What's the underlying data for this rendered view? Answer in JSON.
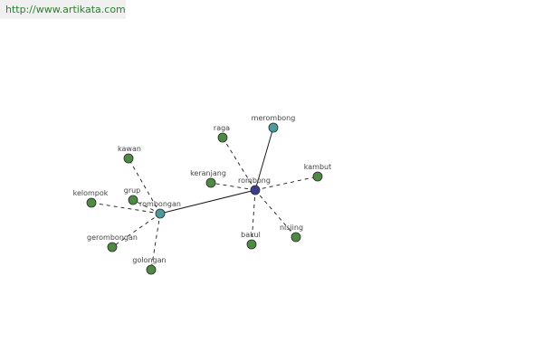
{
  "header": {
    "source_url": "http://www.artikata.com"
  },
  "colors": {
    "leaf_node": "#4e8a44",
    "intermediate_node": "#4a9a9e",
    "center_node": "#3b3f8c",
    "node_stroke": "#2a2a2a",
    "edge": "#1a1a1a",
    "label": "#444444",
    "link_text": "#2e7d32",
    "link_background": "#f0f0f0"
  },
  "diagram": {
    "nodes": [
      {
        "id": "rombong",
        "label": "rombong",
        "kind": "center"
      },
      {
        "id": "rombongan",
        "label": "rombongan",
        "kind": "intermediate"
      },
      {
        "id": "merombong",
        "label": "merombong",
        "kind": "intermediate"
      },
      {
        "id": "raga",
        "label": "raga",
        "kind": "leaf"
      },
      {
        "id": "keranjang",
        "label": "keranjang",
        "kind": "leaf"
      },
      {
        "id": "kambut",
        "label": "kambut",
        "kind": "leaf"
      },
      {
        "id": "bakul",
        "label": "bakul",
        "kind": "leaf"
      },
      {
        "id": "nisjing",
        "label": "nisjing",
        "kind": "leaf"
      },
      {
        "id": "kawan",
        "label": "kawan",
        "kind": "leaf"
      },
      {
        "id": "grup",
        "label": "grup",
        "kind": "leaf"
      },
      {
        "id": "kelompok",
        "label": "kelompok",
        "kind": "leaf"
      },
      {
        "id": "gerombongan",
        "label": "gerombongan",
        "kind": "leaf"
      },
      {
        "id": "golongan",
        "label": "golongan",
        "kind": "leaf"
      }
    ],
    "edges": [
      {
        "from": "rombong",
        "to": "merombong",
        "style": "solid"
      },
      {
        "from": "rombong",
        "to": "rombongan",
        "style": "solid"
      },
      {
        "from": "rombong",
        "to": "raga",
        "style": "dashed"
      },
      {
        "from": "rombong",
        "to": "keranjang",
        "style": "dashed"
      },
      {
        "from": "rombong",
        "to": "kambut",
        "style": "dashed"
      },
      {
        "from": "rombong",
        "to": "bakul",
        "style": "dashed"
      },
      {
        "from": "rombong",
        "to": "nisjing",
        "style": "dashed"
      },
      {
        "from": "rombongan",
        "to": "kawan",
        "style": "dashed"
      },
      {
        "from": "rombongan",
        "to": "grup",
        "style": "dashed"
      },
      {
        "from": "rombongan",
        "to": "kelompok",
        "style": "dashed"
      },
      {
        "from": "rombongan",
        "to": "gerombongan",
        "style": "dashed"
      },
      {
        "from": "rombongan",
        "to": "golongan",
        "style": "dashed"
      }
    ]
  }
}
